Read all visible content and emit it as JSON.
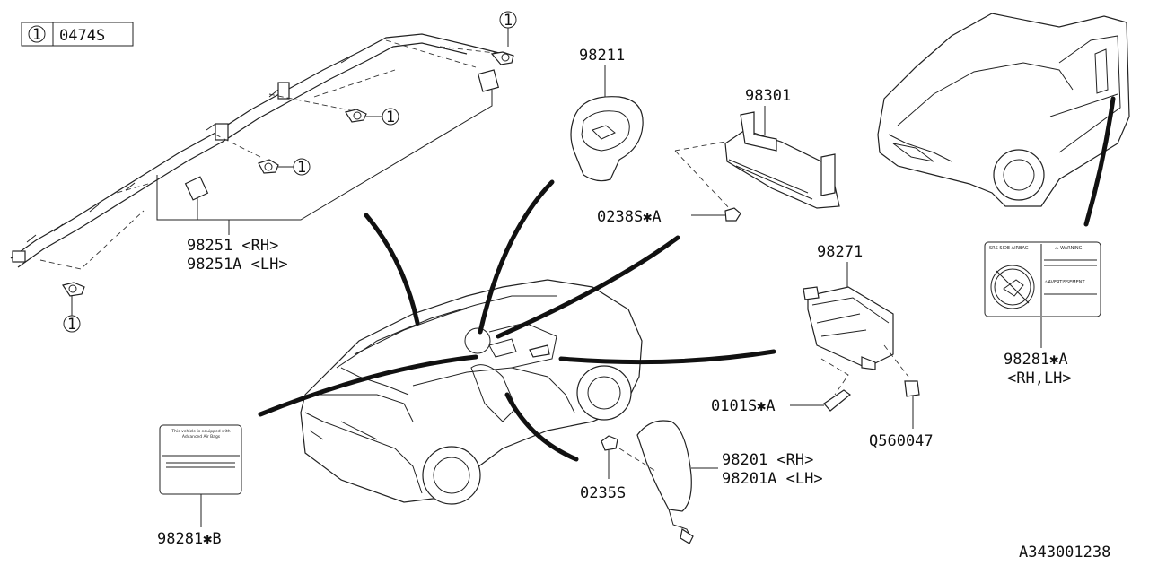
{
  "legend": {
    "circle_number": "1",
    "part_code": "0474S"
  },
  "callouts": {
    "c1": "1",
    "c2": "1",
    "c3": "1",
    "c4": "1"
  },
  "labels": {
    "p98211": "98211",
    "p98301": "98301",
    "p0238s": "0238S✱A",
    "p98251_rh": "98251  <RH>",
    "p98251_lh": "98251A <LH>",
    "p98271": "98271",
    "p0101s": "0101S✱A",
    "q560047": "Q560047",
    "p98201_rh": "98201  <RH>",
    "p98201_lh": "98201A <LH>",
    "p0235s": "0235S",
    "p98281b": "98281✱B",
    "p98281a_1": "98281✱A",
    "p98281a_2": "<RH,LH>",
    "diagram_id": "A343001238"
  },
  "warning_label": {
    "srs": "SRS SIDE AIRBAG",
    "warning": "⚠ WARNING",
    "avertissement": "⚠AVERTISSEMENT"
  },
  "sun_visor_label": {
    "line1": "This vehicle is equipped with",
    "line2": "Advanced Air Bags"
  }
}
